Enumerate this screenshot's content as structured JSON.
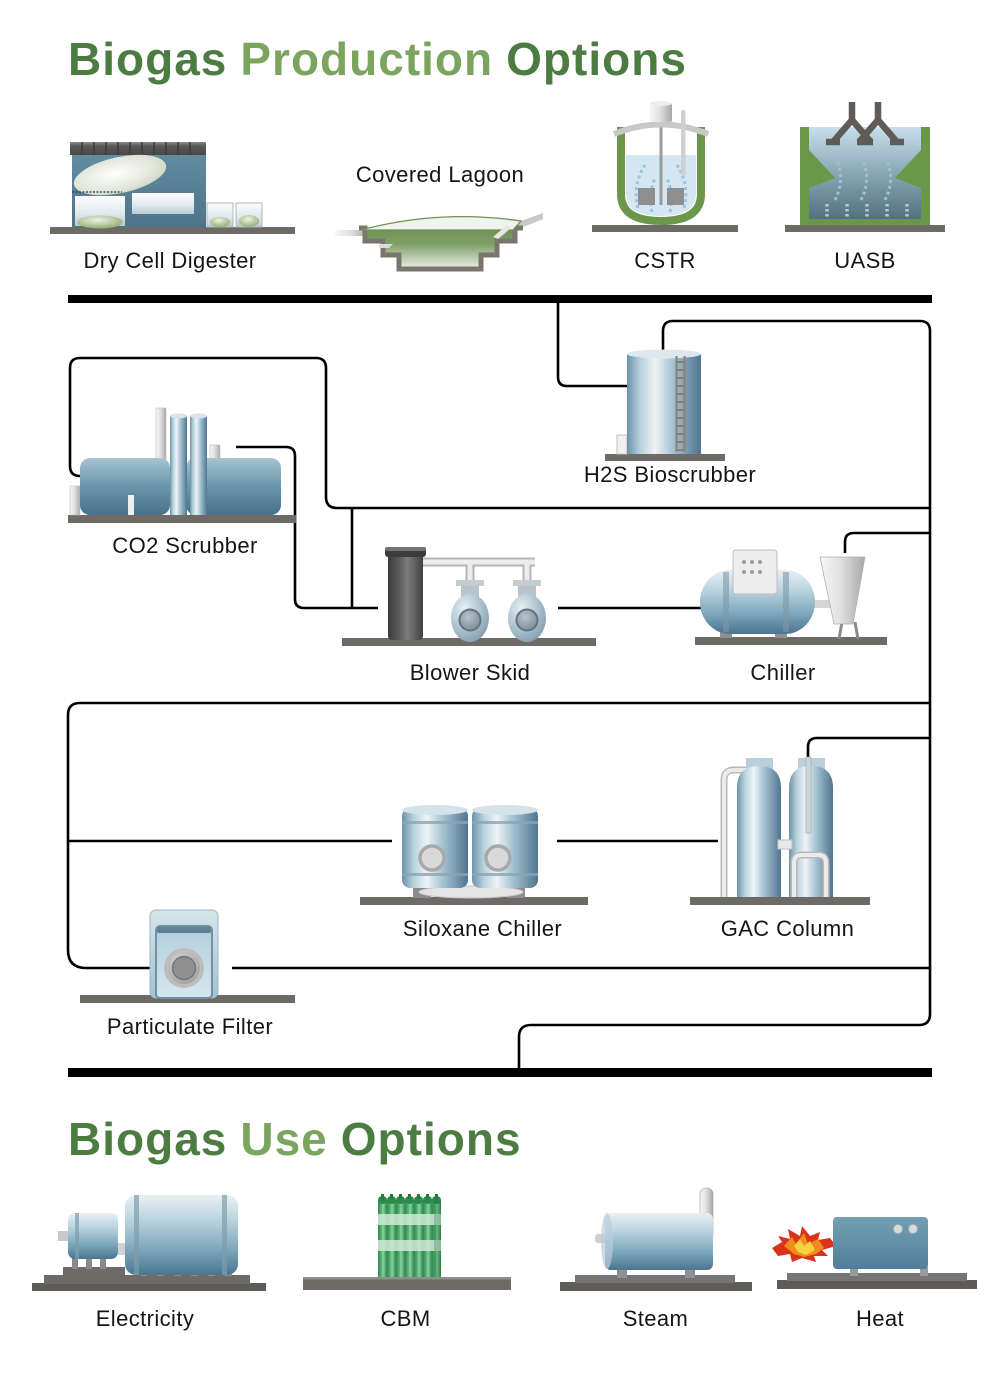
{
  "titles": {
    "production": {
      "w1": "Biogas",
      "w2": "Production",
      "w3": "Options"
    },
    "use": {
      "w1": "Biogas",
      "w2": "Use",
      "w3": "Options"
    }
  },
  "production_options": {
    "dry_cell_digester": "Dry Cell Digester",
    "covered_lagoon": "Covered Lagoon",
    "cstr": "CSTR",
    "uasb": "UASB"
  },
  "treatment_units": {
    "h2s_bioscrubber": "H2S Bioscrubber",
    "co2_scrubber": "CO2 Scrubber",
    "blower_skid": "Blower Skid",
    "chiller": "Chiller",
    "siloxane_chiller": "Siloxane Chiller",
    "gac_column": "GAC Column",
    "particulate_filter": "Particulate Filter"
  },
  "use_options": {
    "electricity": "Electricity",
    "cbm": "CBM",
    "steam": "Steam",
    "heat": "Heat"
  },
  "colors": {
    "title_dark_green": "#4d7c42",
    "title_light_green": "#7ba55e",
    "equipment_green": "#6a9749",
    "equipment_steel_blue": "#7ba7bd",
    "base_gray": "#6e6a66",
    "line_black": "#000000"
  }
}
